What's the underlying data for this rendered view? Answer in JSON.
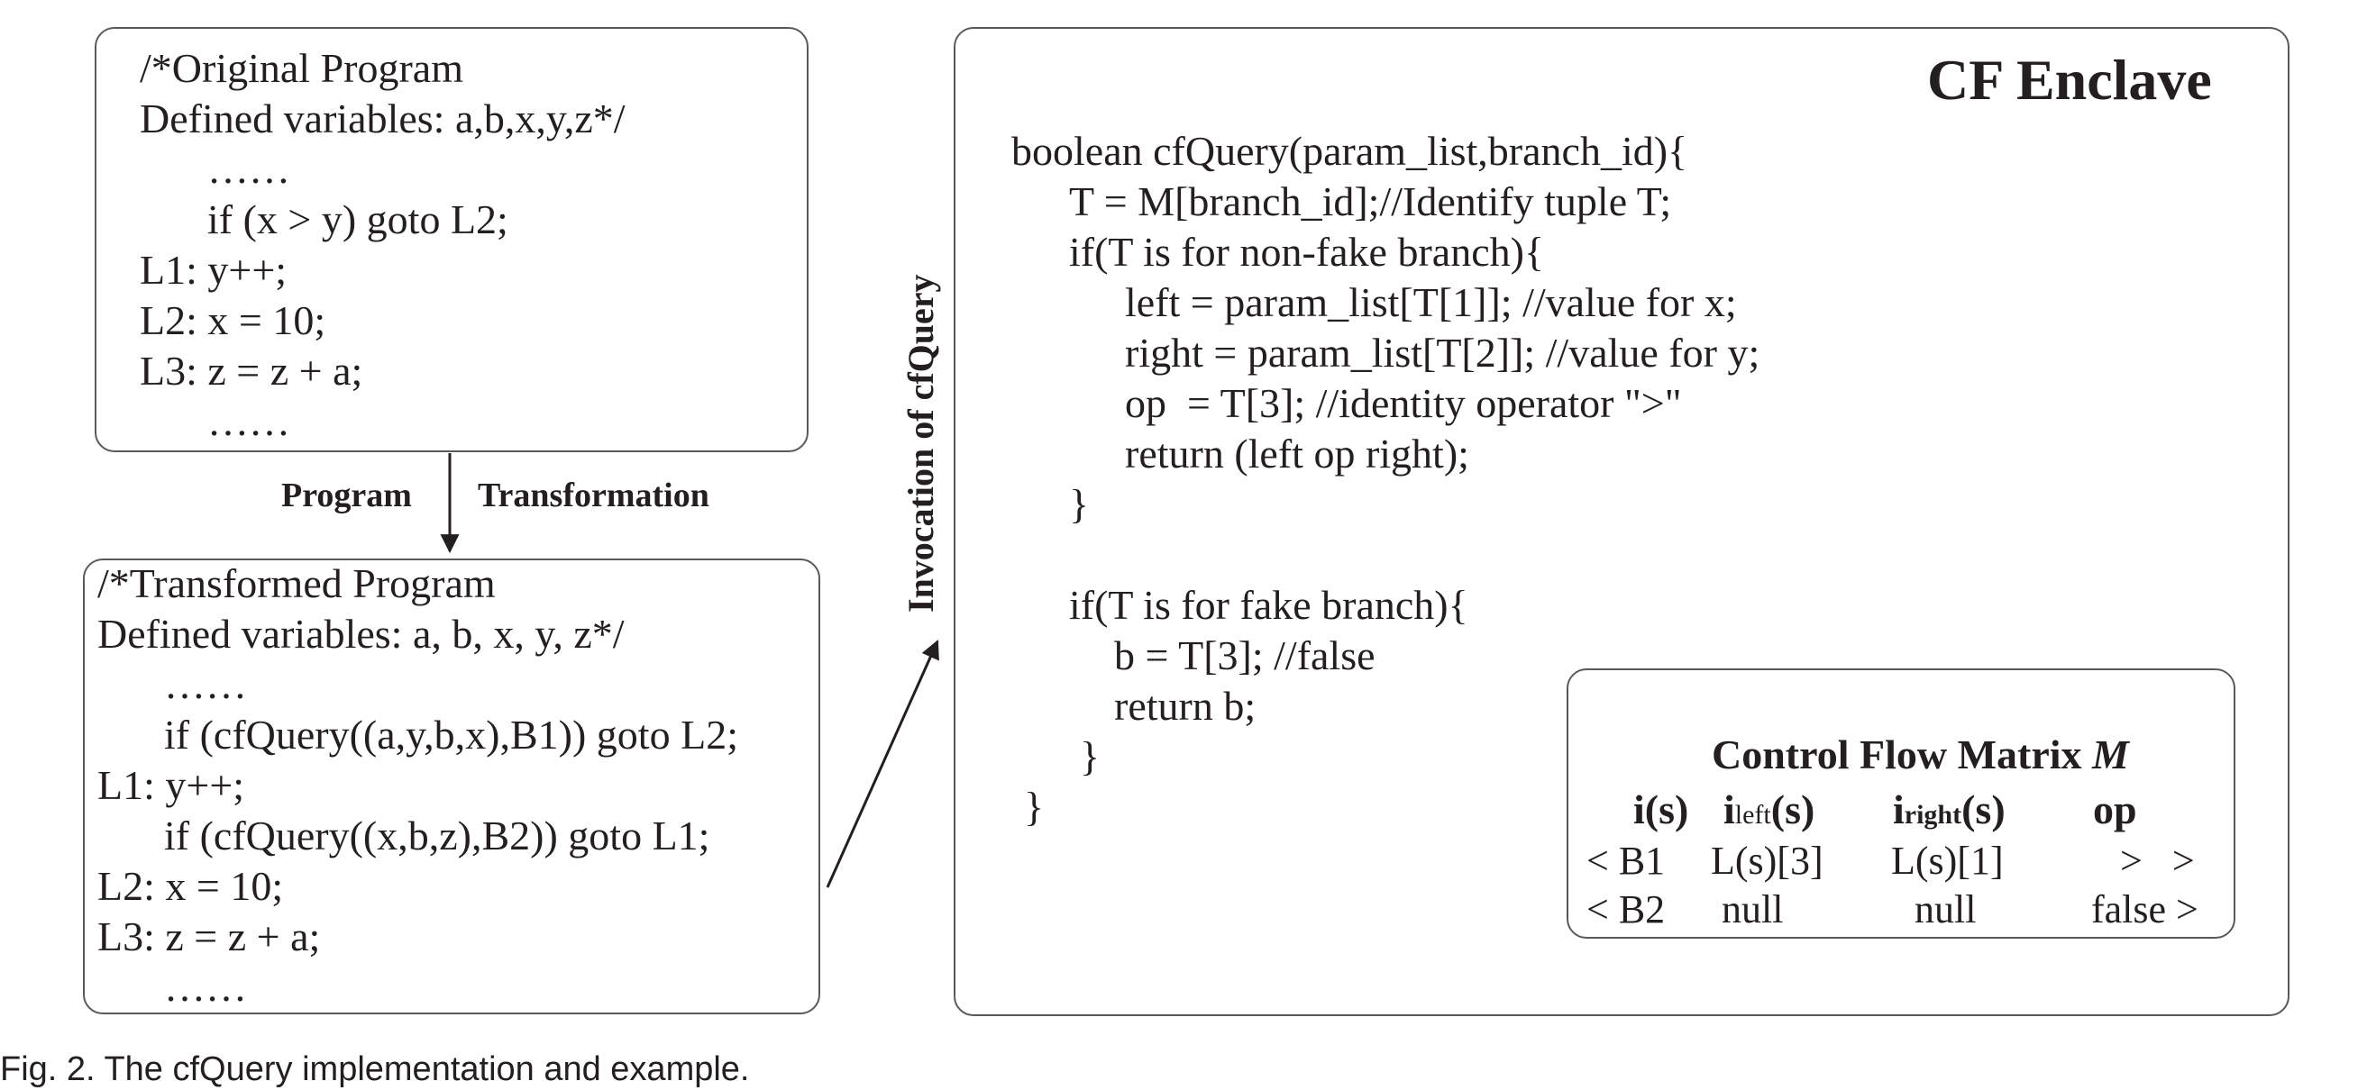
{
  "original": {
    "lines": [
      "/*Original Program",
      "Defined variables: a,b,x,y,z*/",
      "……",
      "if (x > y) goto L2;",
      "L1: y++;",
      "L2: x = 10;",
      "L3: z = z + a;",
      "……"
    ]
  },
  "arrow_labels": {
    "left": "Program",
    "right": "Transformation",
    "invocation": "Invocation of cfQuery"
  },
  "transformed": {
    "lines": [
      "/*Transformed Program",
      "Defined variables: a, b, x, y, z*/",
      "……",
      "if (cfQuery((a,y,b,x),B1)) goto L2;",
      "L1: y++;",
      "if (cfQuery((x,b,z),B2)) goto L1;",
      "L2: x = 10;",
      "L3: z = z + a;",
      "……"
    ]
  },
  "enclave": {
    "title": "CF Enclave",
    "code": [
      "boolean cfQuery(param_list,branch_id){",
      "T = M[branch_id];//Identify tuple T;",
      "if(T is for non-fake branch){",
      "left = param_list[T[1]]; //value for x;",
      "right = param_list[T[2]]; //value for y;",
      "op  = T[3]; //identity operator \">\"",
      "return (left op right);",
      "}",
      "if(T is for fake branch){",
      "b = T[3]; //false",
      "return b;",
      "}",
      "}"
    ]
  },
  "matrix": {
    "title": "Control Flow Matrix ",
    "title_var": "M",
    "headers": {
      "i": "i(s)",
      "left_base": "i",
      "left_sub": "left",
      "left_tail": "(s)",
      "right_base": "i",
      "right_sub": "right",
      "right_tail": "(s)",
      "op": "op"
    },
    "rows": [
      {
        "id": "< B1",
        "left": "L(s)[3]",
        "right": "L(s)[1]",
        "op": ">   >"
      },
      {
        "id": "< B2",
        "left": "null",
        "right": "null",
        "op": "false >"
      }
    ]
  },
  "caption": "Fig. 2. The cfQuery implementation and example."
}
